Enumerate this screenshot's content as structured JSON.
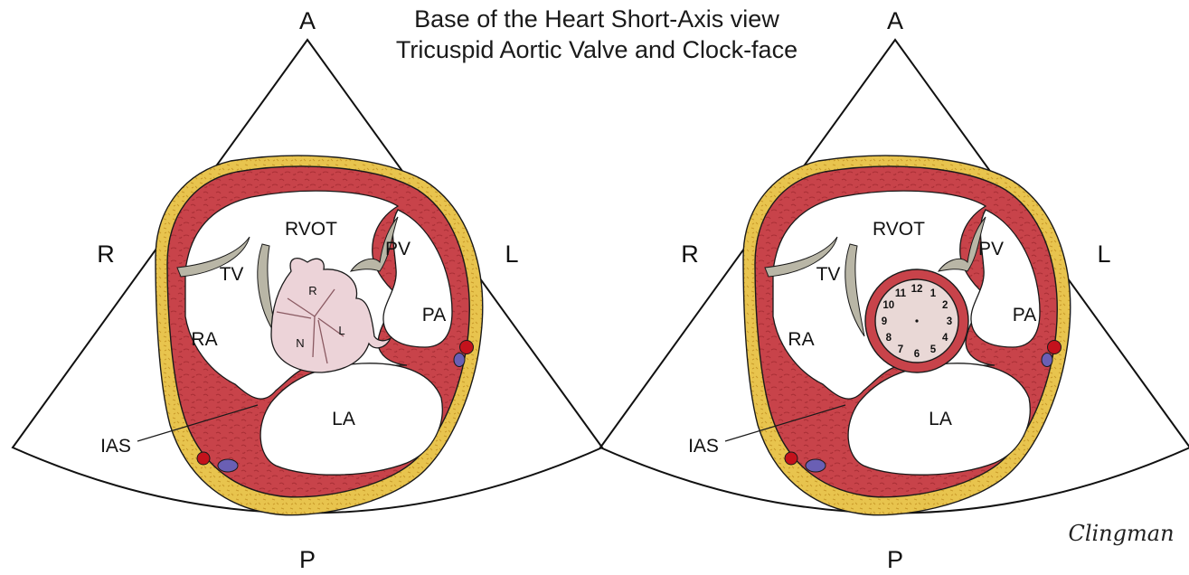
{
  "title": {
    "line1": "Base of the Heart Short-Axis view",
    "line2": "Tricuspid Aortic Valve and Clock-face"
  },
  "orientation": {
    "anterior": "A",
    "posterior": "P",
    "right": "R",
    "left": "L"
  },
  "structures": {
    "rvot": "RVOT",
    "tricuspid_valve": "TV",
    "pulmonary_valve": "PV",
    "pulmonary_artery": "PA",
    "right_atrium": "RA",
    "left_atrium": "LA",
    "interatrial_septum": "IAS"
  },
  "aortic_cusps": {
    "right": "R",
    "left": "L",
    "non": "N"
  },
  "clock_numbers": [
    "12",
    "1",
    "2",
    "3",
    "4",
    "5",
    "6",
    "7",
    "8",
    "9",
    "10",
    "11"
  ],
  "signature": "Clingman",
  "colors": {
    "myocardium": "#c8434a",
    "myocardium_texture": "#b0333a",
    "fat": "#e6c24a",
    "valve_leaflet": "#b9b6a6",
    "aortic_valve": "#ecd3d8",
    "artery": "#c4121c",
    "vein": "#6a5fb4",
    "outline": "#1a1a1a"
  }
}
